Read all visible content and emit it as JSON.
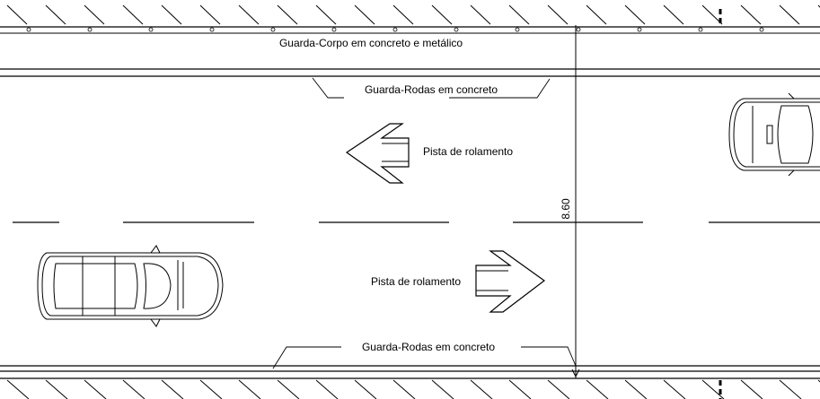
{
  "labels": {
    "guardrail_top": "Guarda-Corpo em concreto e metálico",
    "curb_top": "Guarda-Rodas em concreto",
    "lane_upper": "Pista de rolamento",
    "lane_lower": "Pista de rolamento",
    "curb_bottom": "Guarda-Rodas em concreto",
    "width_dimension": "8.60"
  },
  "icons": {
    "arrow_upper": "arrow-left-icon",
    "arrow_lower": "arrow-right-icon",
    "car_lower": "car-topview-icon",
    "car_upper": "car-topview-icon"
  },
  "colors": {
    "line": "#000000",
    "background": "#ffffff"
  }
}
